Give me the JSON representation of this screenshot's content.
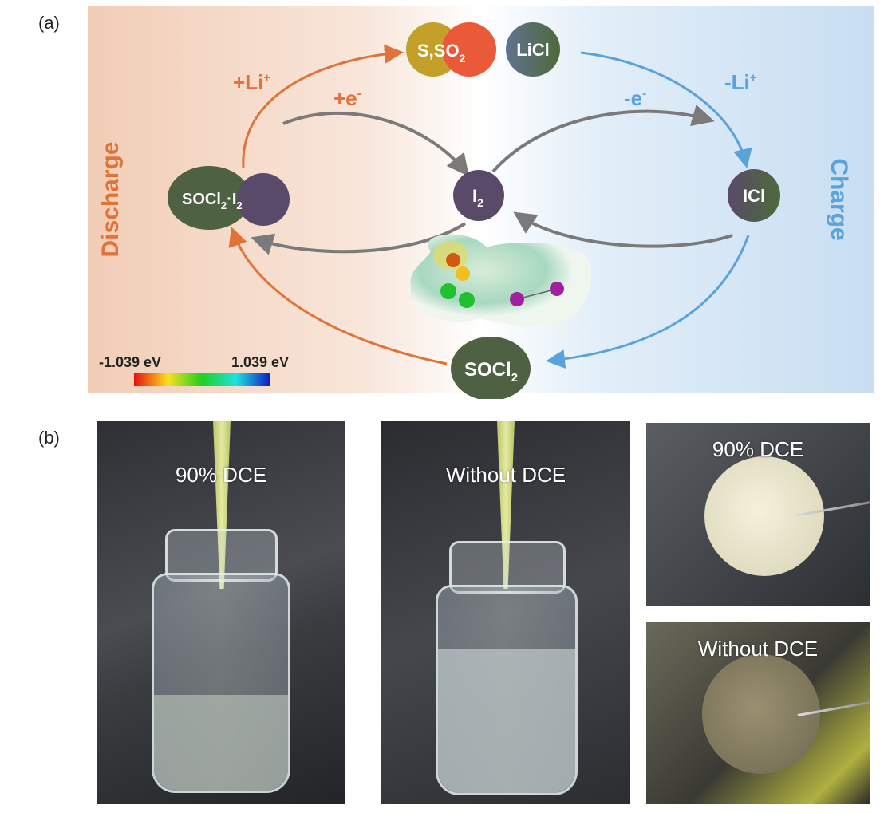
{
  "panel_labels": {
    "a": "(a)",
    "b": "(b)"
  },
  "diagram": {
    "side_labels": {
      "discharge": "Discharge",
      "charge": "Charge"
    },
    "arrow_labels": {
      "plus_li": "+Li",
      "plus_li_sup": "+",
      "plus_e": "+e",
      "plus_e_sup": "-",
      "minus_e": "-e",
      "minus_e_sup": "-",
      "minus_li": "-Li",
      "minus_li_sup": "+"
    },
    "nodes": {
      "socl2_i2": {
        "a": "SOCl",
        "a_sub": "2",
        "dot": "·",
        "b": "I",
        "b_sub": "2"
      },
      "i2": {
        "text": "I",
        "sub": "2"
      },
      "icl": {
        "text": "ICl"
      },
      "socl2": {
        "text": "SOCl",
        "sub": "2"
      },
      "s_so2": {
        "s": "S,",
        "so": "SO",
        "sub": "2"
      },
      "licl": {
        "text": "LiCl"
      }
    },
    "colorbar": {
      "min_label": "-1.039 eV",
      "max_label": "1.039 eV"
    },
    "colors": {
      "discharge": "#e0733a",
      "charge": "#5aa2dc",
      "node_green": "#4e6143",
      "node_purple": "#5a4a6a",
      "arrow_gray": "#7a7a7a"
    }
  },
  "photos": {
    "vial_left": "90% DCE",
    "vial_middle": "Without DCE",
    "disk_top": "90% DCE",
    "disk_bottom": "Without DCE"
  }
}
